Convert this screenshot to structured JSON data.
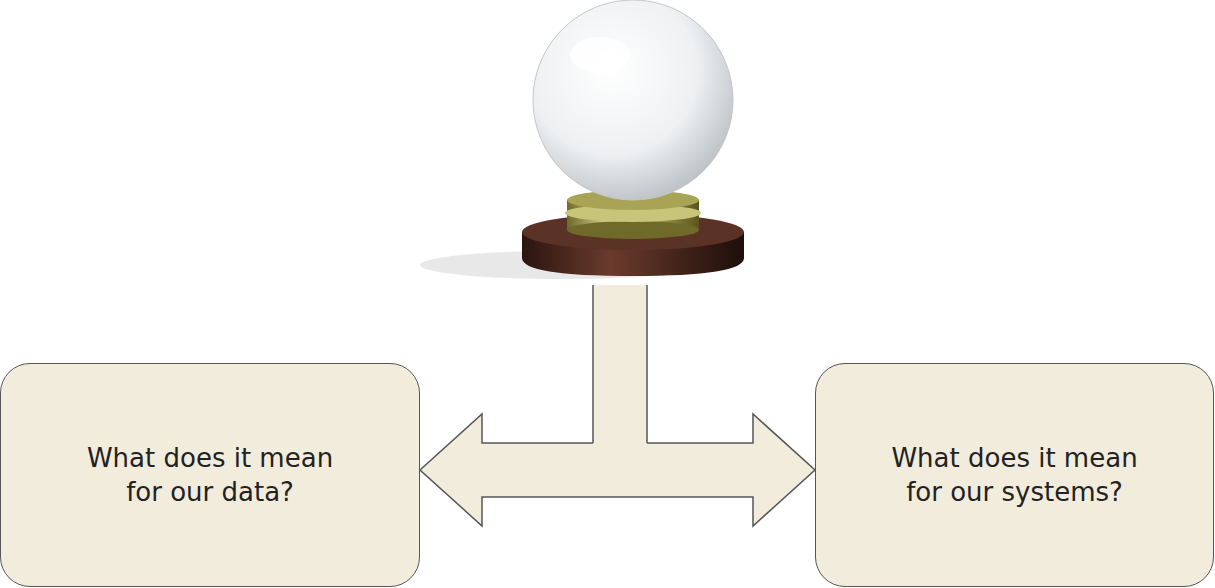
{
  "diagram": {
    "nodes": [
      {
        "text": [
          "What does it mean for our data?"
        ]
      },
      {
        "text": [
          "What does it mean for our systems?"
        ]
      }
    ],
    "edges": [
      {
        "from": 0,
        "to": 1,
        "arrow": "both"
      }
    ]
  }
}
